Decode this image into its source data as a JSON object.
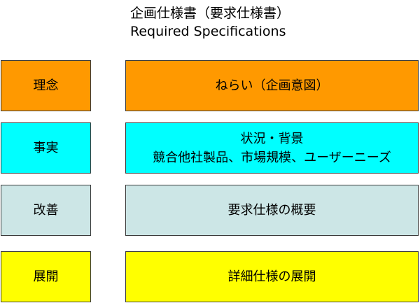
{
  "title": {
    "line1": "企画仕様書（要求仕様書）",
    "line2": "Required Specifications"
  },
  "rows": [
    {
      "label": "理念",
      "detail_line1": "ねらい（企画意図）",
      "detail_line2": "",
      "color": "#ff9900"
    },
    {
      "label": "事実",
      "detail_line1": "状況・背景",
      "detail_line2": "競合他社製品、市場規模、ユーザーニーズ",
      "color": "#00ffff"
    },
    {
      "label": "改善",
      "detail_line1": "要求仕様の概要",
      "detail_line2": "",
      "color": "#cce6e6"
    },
    {
      "label": "展開",
      "detail_line1": "詳細仕様の展開",
      "detail_line2": "",
      "color": "#ffff00"
    }
  ]
}
